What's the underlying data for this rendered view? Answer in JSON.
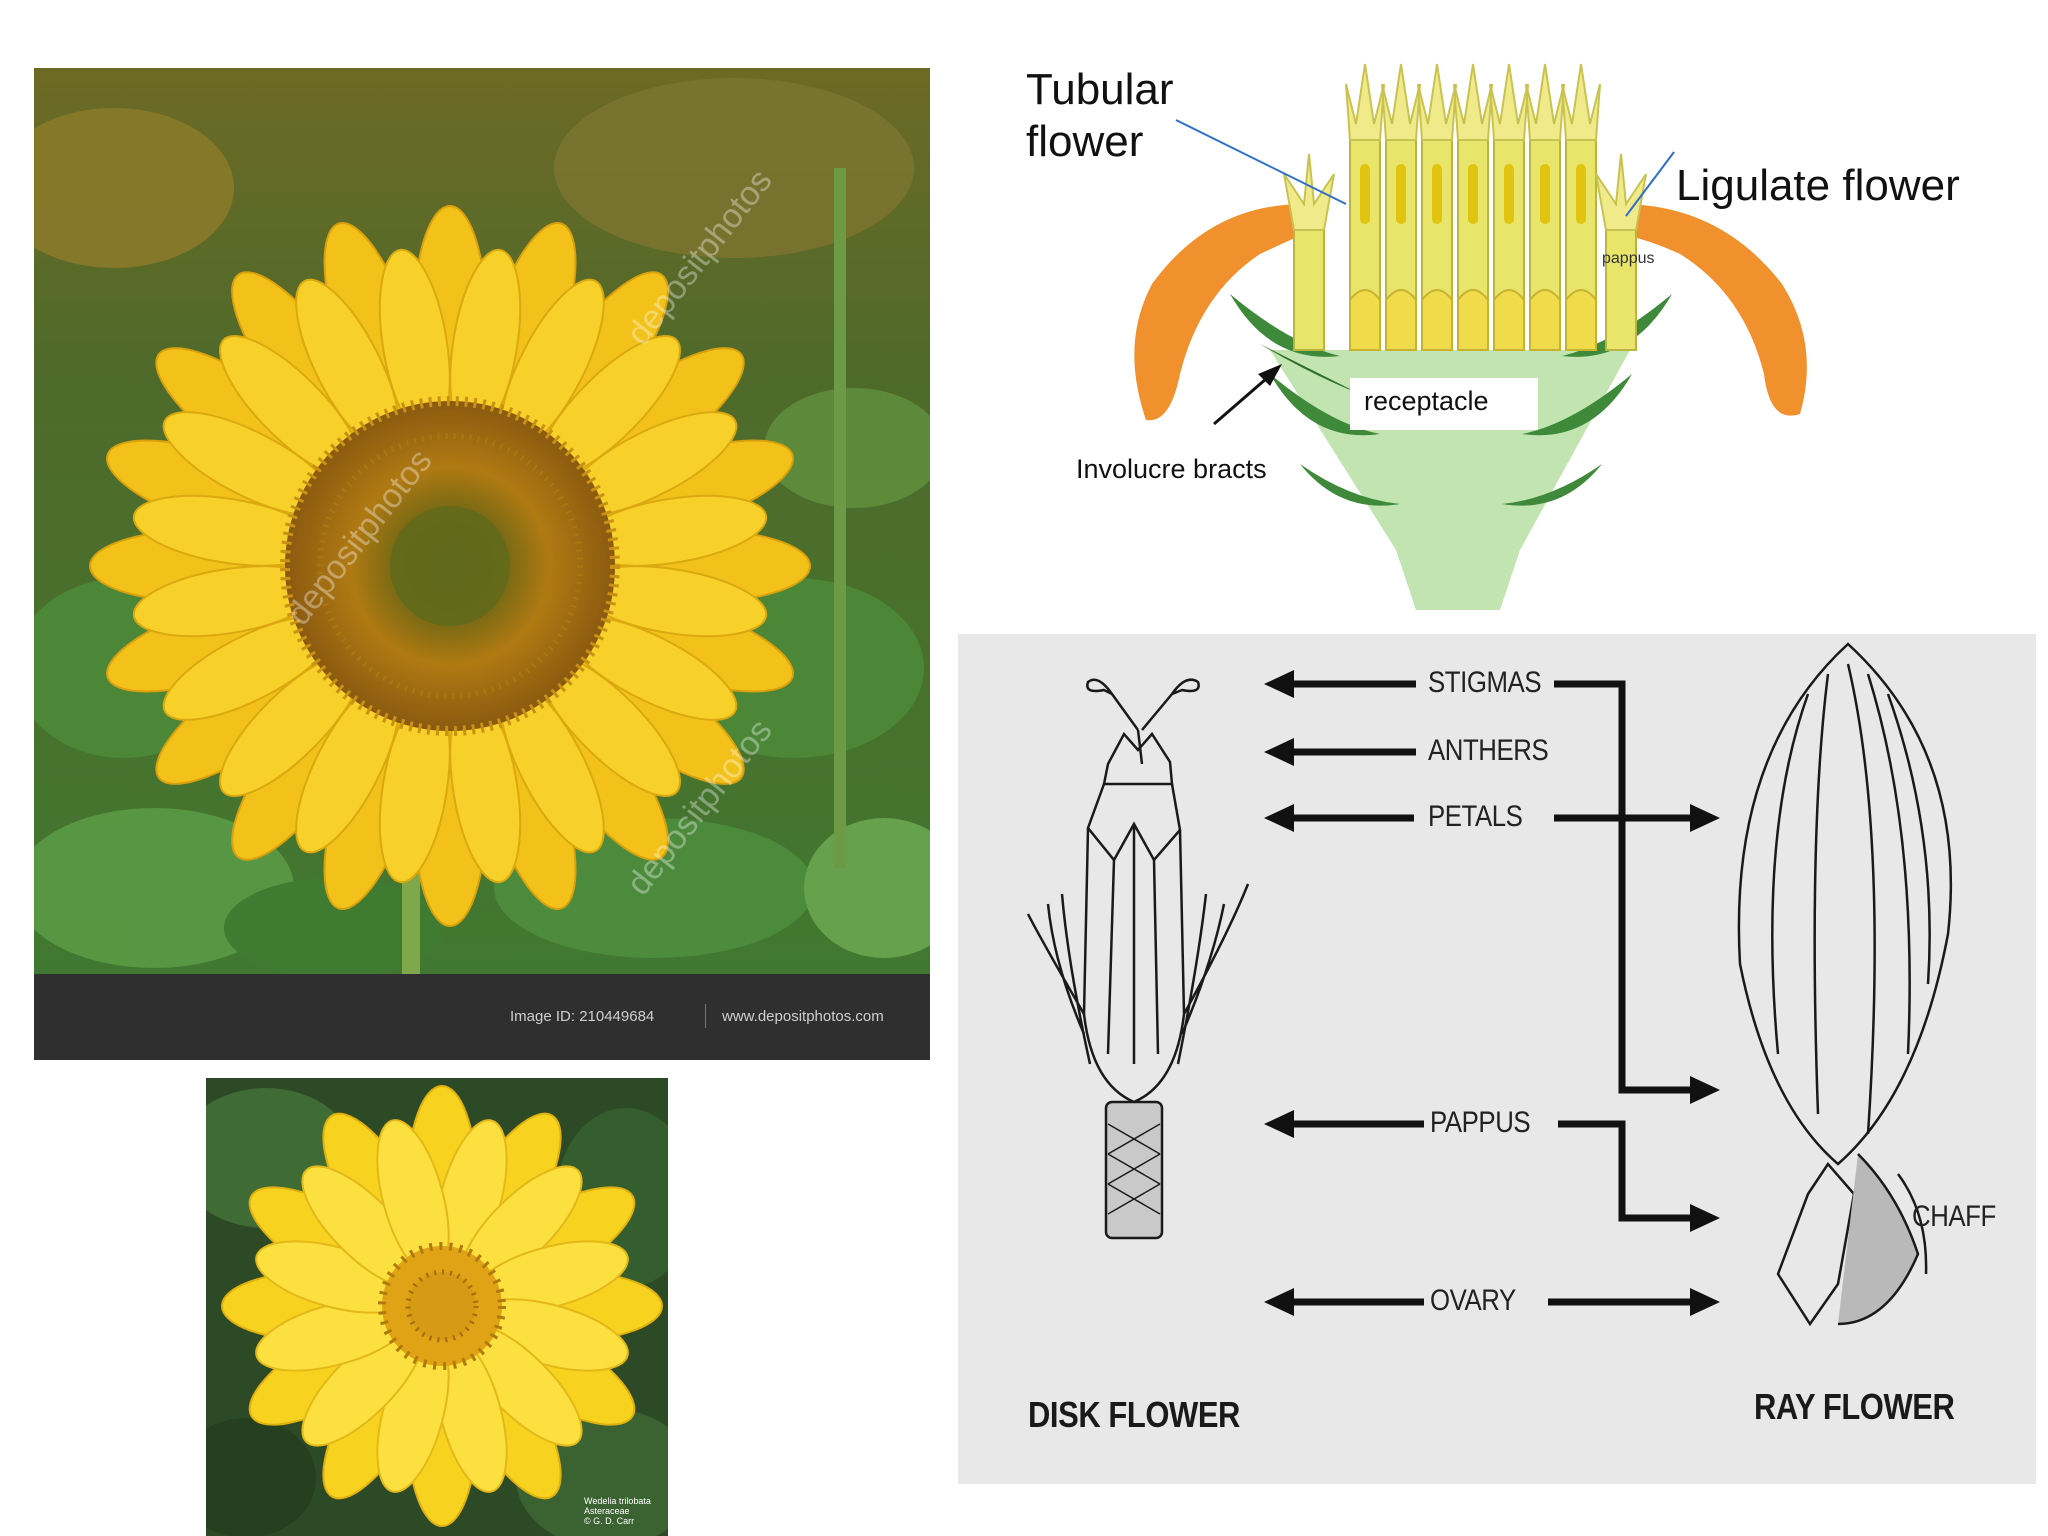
{
  "sunflower_photo": {
    "watermark": "depositphotos",
    "image_id_text": "Image ID: 210449684",
    "site_text": "www.depositphotos.com"
  },
  "wedelia_photo": {
    "caption_line1": "Wedelia trilobata",
    "caption_line2": "Asteraceae",
    "caption_line3": "© G. D. Carr"
  },
  "head_diagram": {
    "tubular_flower": "Tubular flower",
    "ligulate_flower": "Ligulate flower",
    "pappus": "pappus",
    "receptacle": "receptacle",
    "involucre_bracts": "Involucre bracts",
    "colors": {
      "ray": "#f0912e",
      "tube": "#e8e56a",
      "receptacle": "#c2e4b0",
      "bract": "#3f8a3a"
    }
  },
  "floret_diagram": {
    "stigmas": "STIGMAS",
    "anthers": "ANTHERS",
    "petals": "PETALS",
    "pappus": "PAPPUS",
    "ovary": "OVARY",
    "chaff": "CHAFF",
    "disk_flower": "DISK FLOWER",
    "ray_flower": "RAY FLOWER"
  }
}
